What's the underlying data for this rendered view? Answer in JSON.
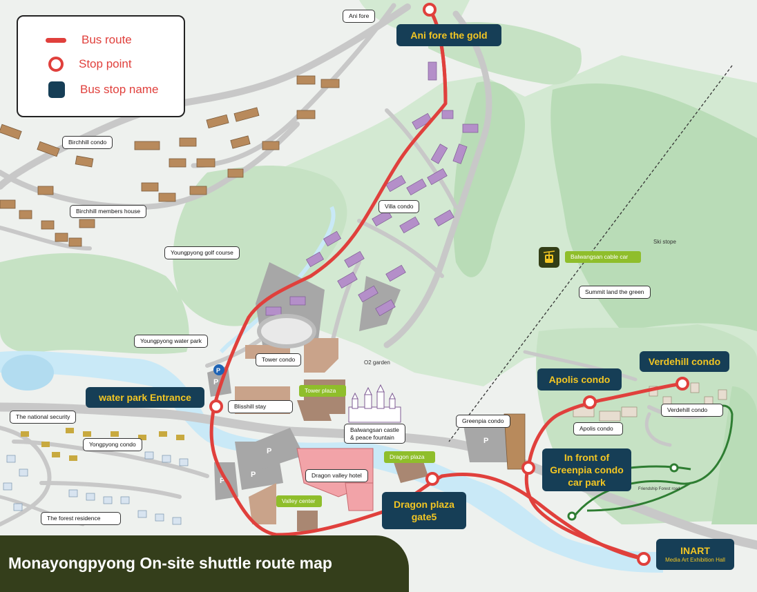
{
  "legend": {
    "route_label": "Bus route",
    "stop_label": "Stop point",
    "name_label": "Bus stop name"
  },
  "title": "Monayongpyong On-site shuttle route map",
  "stops": {
    "ani_fore_gold": "Ani fore the gold",
    "water_park": "water park Entrance",
    "verdehill": "Verdehill condo",
    "apolis": "Apolis condo",
    "greenpia_line1": "In front of",
    "greenpia_line2": "Greenpia condo",
    "greenpia_line3": "car park",
    "dragon_line1": "Dragon plaza",
    "dragon_line2": "gate5",
    "inart": "INART",
    "inart_sub": "Media Art Exhibition Hall"
  },
  "labels": {
    "ani_fore": "Ani fore",
    "birchhill_condo": "Birchhill condo",
    "birchhill_members": "Birchhill members house",
    "golf_course": "Youngpyong golf course",
    "villa_condo": "Villa condo",
    "water_park": "Youngpyong water park",
    "tower_condo": "Tower condo",
    "blisshill": "Blisshill stay",
    "national_security": "The national security",
    "yongpyong_condo": "Yongpyong condo",
    "forest_residence": "The forest residence",
    "castle_line1": "Balwangsan castle",
    "castle_line2": "& peace fountain",
    "dragon_hotel": "Dragon valley hotel",
    "greenpia_condo": "Greenpia condo",
    "apolis_condo": "Apolis condo",
    "verdehill_condo": "Verdehill condo",
    "summit": "Summit land the green"
  },
  "green_labels": {
    "tower_plaza": "Tower plaza",
    "dragon_plaza": "Dragon plaza",
    "valley_center": "Valley center",
    "cable_car": "Balwangsan cable car"
  },
  "plain_labels": {
    "o2_garden": "O2 garden",
    "ski_slope": "Ski stope",
    "friendship_road": "Friendship Forest road"
  },
  "parking_letter": "P",
  "colors": {
    "route": "#e0403c",
    "stop_bg": "#163e56",
    "stop_text": "#f3c623",
    "green_label": "#8fbe2b",
    "title_bg": "#343e1b",
    "water": "#c9e9f7",
    "forest": "#b9dcb7",
    "road": "#c8c8c8"
  }
}
